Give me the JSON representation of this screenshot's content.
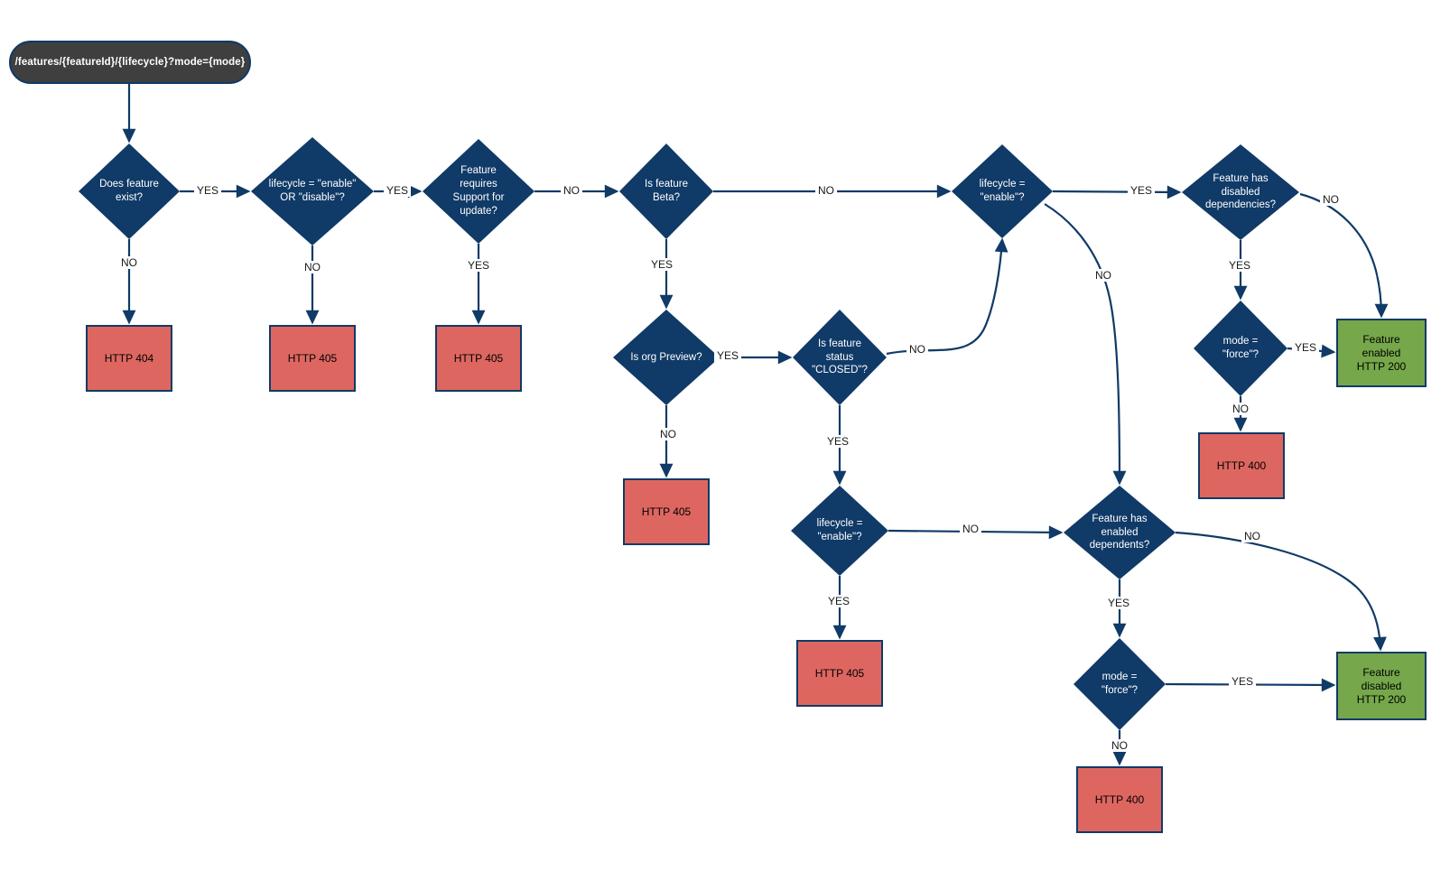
{
  "flowchart": {
    "start_node": {
      "label": "/features/{featureId}/{lifecycle}?mode={mode}"
    },
    "decisions": {
      "does_feature_exist": {
        "label": "Does feature exist?"
      },
      "lifecycle_enable_or_disable": {
        "label": "lifecycle = \"enable\" OR \"disable\"?"
      },
      "feature_requires_support": {
        "label": "Feature requires Support for update?"
      },
      "is_feature_beta": {
        "label": "Is feature Beta?"
      },
      "lifecycle_enable_top": {
        "label": "lifecycle = \"enable\"?"
      },
      "feature_has_disabled_dependencies": {
        "label": "Feature has disabled dependencies?"
      },
      "is_org_preview": {
        "label": "Is org Preview?"
      },
      "is_feature_status_closed": {
        "label": "Is feature status \"CLOSED\"?"
      },
      "mode_force_top": {
        "label": "mode = \"force\"?"
      },
      "lifecycle_enable_bottom": {
        "label": "lifecycle = \"enable\"?"
      },
      "feature_has_enabled_dependents": {
        "label": "Feature has enabled dependents?"
      },
      "mode_force_bottom": {
        "label": "mode = \"force\"?"
      }
    },
    "terminals": {
      "http_404": {
        "label": "HTTP 404"
      },
      "http_405_lifecycle": {
        "label": "HTTP 405"
      },
      "http_405_support": {
        "label": "HTTP 405"
      },
      "http_405_preview": {
        "label": "HTTP 405"
      },
      "http_405_closed": {
        "label": "HTTP 405"
      },
      "http_400_top": {
        "label": "HTTP 400"
      },
      "http_400_bottom": {
        "label": "HTTP 400"
      },
      "feature_enabled_200": {
        "label": "Feature enabled HTTP 200"
      },
      "feature_disabled_200": {
        "label": "Feature disabled HTTP 200"
      }
    },
    "edge_labels": {
      "exist_yes": "YES",
      "exist_no": "NO",
      "lifecycle_valid_yes": "YES",
      "lifecycle_valid_no": "NO",
      "support_no": "NO",
      "support_yes": "YES",
      "beta_no": "NO",
      "beta_yes": "YES",
      "preview_yes": "YES",
      "preview_no": "NO",
      "closed_no": "NO",
      "closed_yes": "YES",
      "enable_btm_yes": "YES",
      "enable_btm_no": "NO",
      "enable_top_yes": "YES",
      "enable_top_no": "NO",
      "disabled_deps_yes": "YES",
      "disabled_deps_no": "NO",
      "force_top_yes": "YES",
      "force_top_no": "NO",
      "enabled_deps_yes": "YES",
      "enabled_deps_no": "NO",
      "force_btm_yes": "YES",
      "force_btm_no": "NO"
    }
  },
  "colors": {
    "decision_fill": "#103A67",
    "connector": "#103A67",
    "error_fill": "#DD6760",
    "success_fill": "#76A74A",
    "start_fill": "#3F3F3F"
  }
}
